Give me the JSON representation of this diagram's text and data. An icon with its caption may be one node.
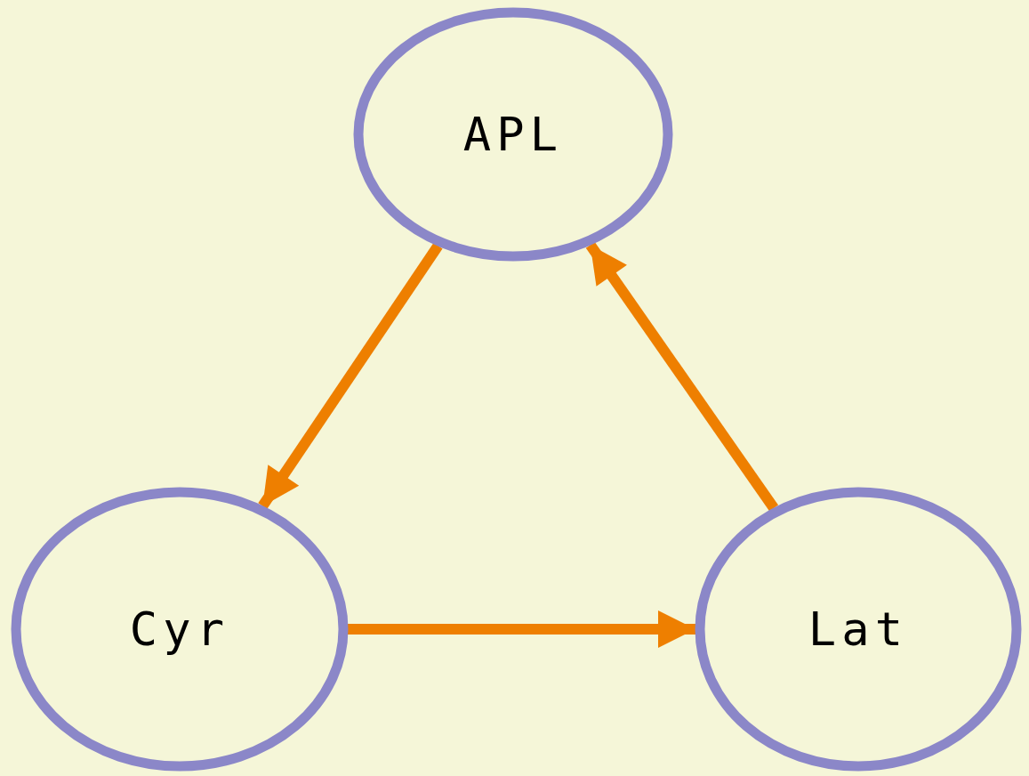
{
  "diagram": {
    "nodes": [
      {
        "text": [
          "APL"
        ]
      },
      {
        "text": [
          "Cyr"
        ]
      },
      {
        "text": [
          "Lat"
        ]
      }
    ],
    "edges": [
      {
        "from": 0,
        "to": 1,
        "arrow": "to"
      },
      {
        "from": 1,
        "to": 2,
        "arrow": "to"
      },
      {
        "from": 2,
        "to": 0,
        "arrow": "to"
      }
    ]
  }
}
